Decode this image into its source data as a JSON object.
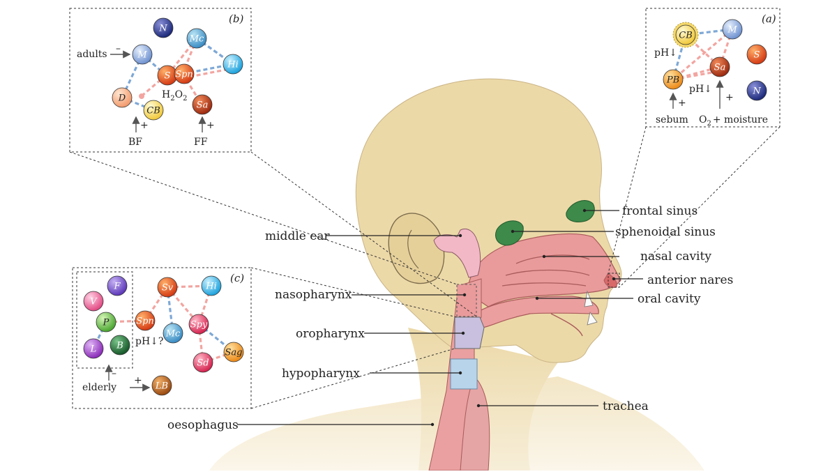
{
  "anatomy_labels": {
    "frontal_sinus": "frontal sinus",
    "sphenoidal_sinus": "sphenoidal sinus",
    "nasal_cavity": "nasal cavity",
    "anterior_nares": "anterior nares",
    "oral_cavity": "oral cavity",
    "middle_ear": "middle ear",
    "nasopharynx": "nasopharynx",
    "oropharynx": "oropharynx",
    "hypopharynx": "hypopharynx",
    "trachea": "trachea",
    "oesophagus": "oesophagus"
  },
  "panel_a": {
    "tag": "(a)",
    "nodes": {
      "CB": "CB",
      "M": "M",
      "PB": "PB",
      "Sa": "Sa",
      "S": "S",
      "N": "N"
    },
    "text": {
      "ph1": "pH↓",
      "ph2": "pH↓",
      "plus1": "+",
      "plus2": "+",
      "sebum": "sebum",
      "o2": "O",
      "o2_sub": "2",
      "moisture": "+ moisture"
    }
  },
  "panel_b": {
    "tag": "(b)",
    "nodes": {
      "N": "N",
      "Mc": "Mc",
      "M": "M",
      "S": "S",
      "Spn": "Spn",
      "Hi": "Hi",
      "D": "D",
      "CB": "CB",
      "Sa": "Sa"
    },
    "text": {
      "adults": "adults",
      "minus": "–",
      "h2o2": "H",
      "h2o2_sub1": "2",
      "h2o2_o": "O",
      "h2o2_sub2": "2",
      "plus1": "+",
      "plus2": "+",
      "bf": "BF",
      "ff": "FF"
    }
  },
  "panel_c": {
    "tag": "(c)",
    "nodes": {
      "F": "F",
      "V": "V",
      "P": "P",
      "L": "L",
      "B": "B",
      "Spn": "Spn",
      "Sv": "Sv",
      "Hi": "Hi",
      "Mc": "Mc",
      "Spy": "Spy",
      "Sd": "Sd",
      "Sag": "Sag",
      "LB": "LB"
    },
    "text": {
      "ph": "pH↓?",
      "minus": "–",
      "elderly": "elderly",
      "plus": "+"
    }
  },
  "colors": {
    "skin": "#ecd9a8",
    "skin_outline": "#8a7a58",
    "airway": "#e58a8a",
    "sinus": "#3d8a4a",
    "pharynx_band": "#c8c0de",
    "hypopharynx_band": "#b8d4ea",
    "link_blue": "#7ea8d6",
    "link_red": "#f2a5a0"
  }
}
